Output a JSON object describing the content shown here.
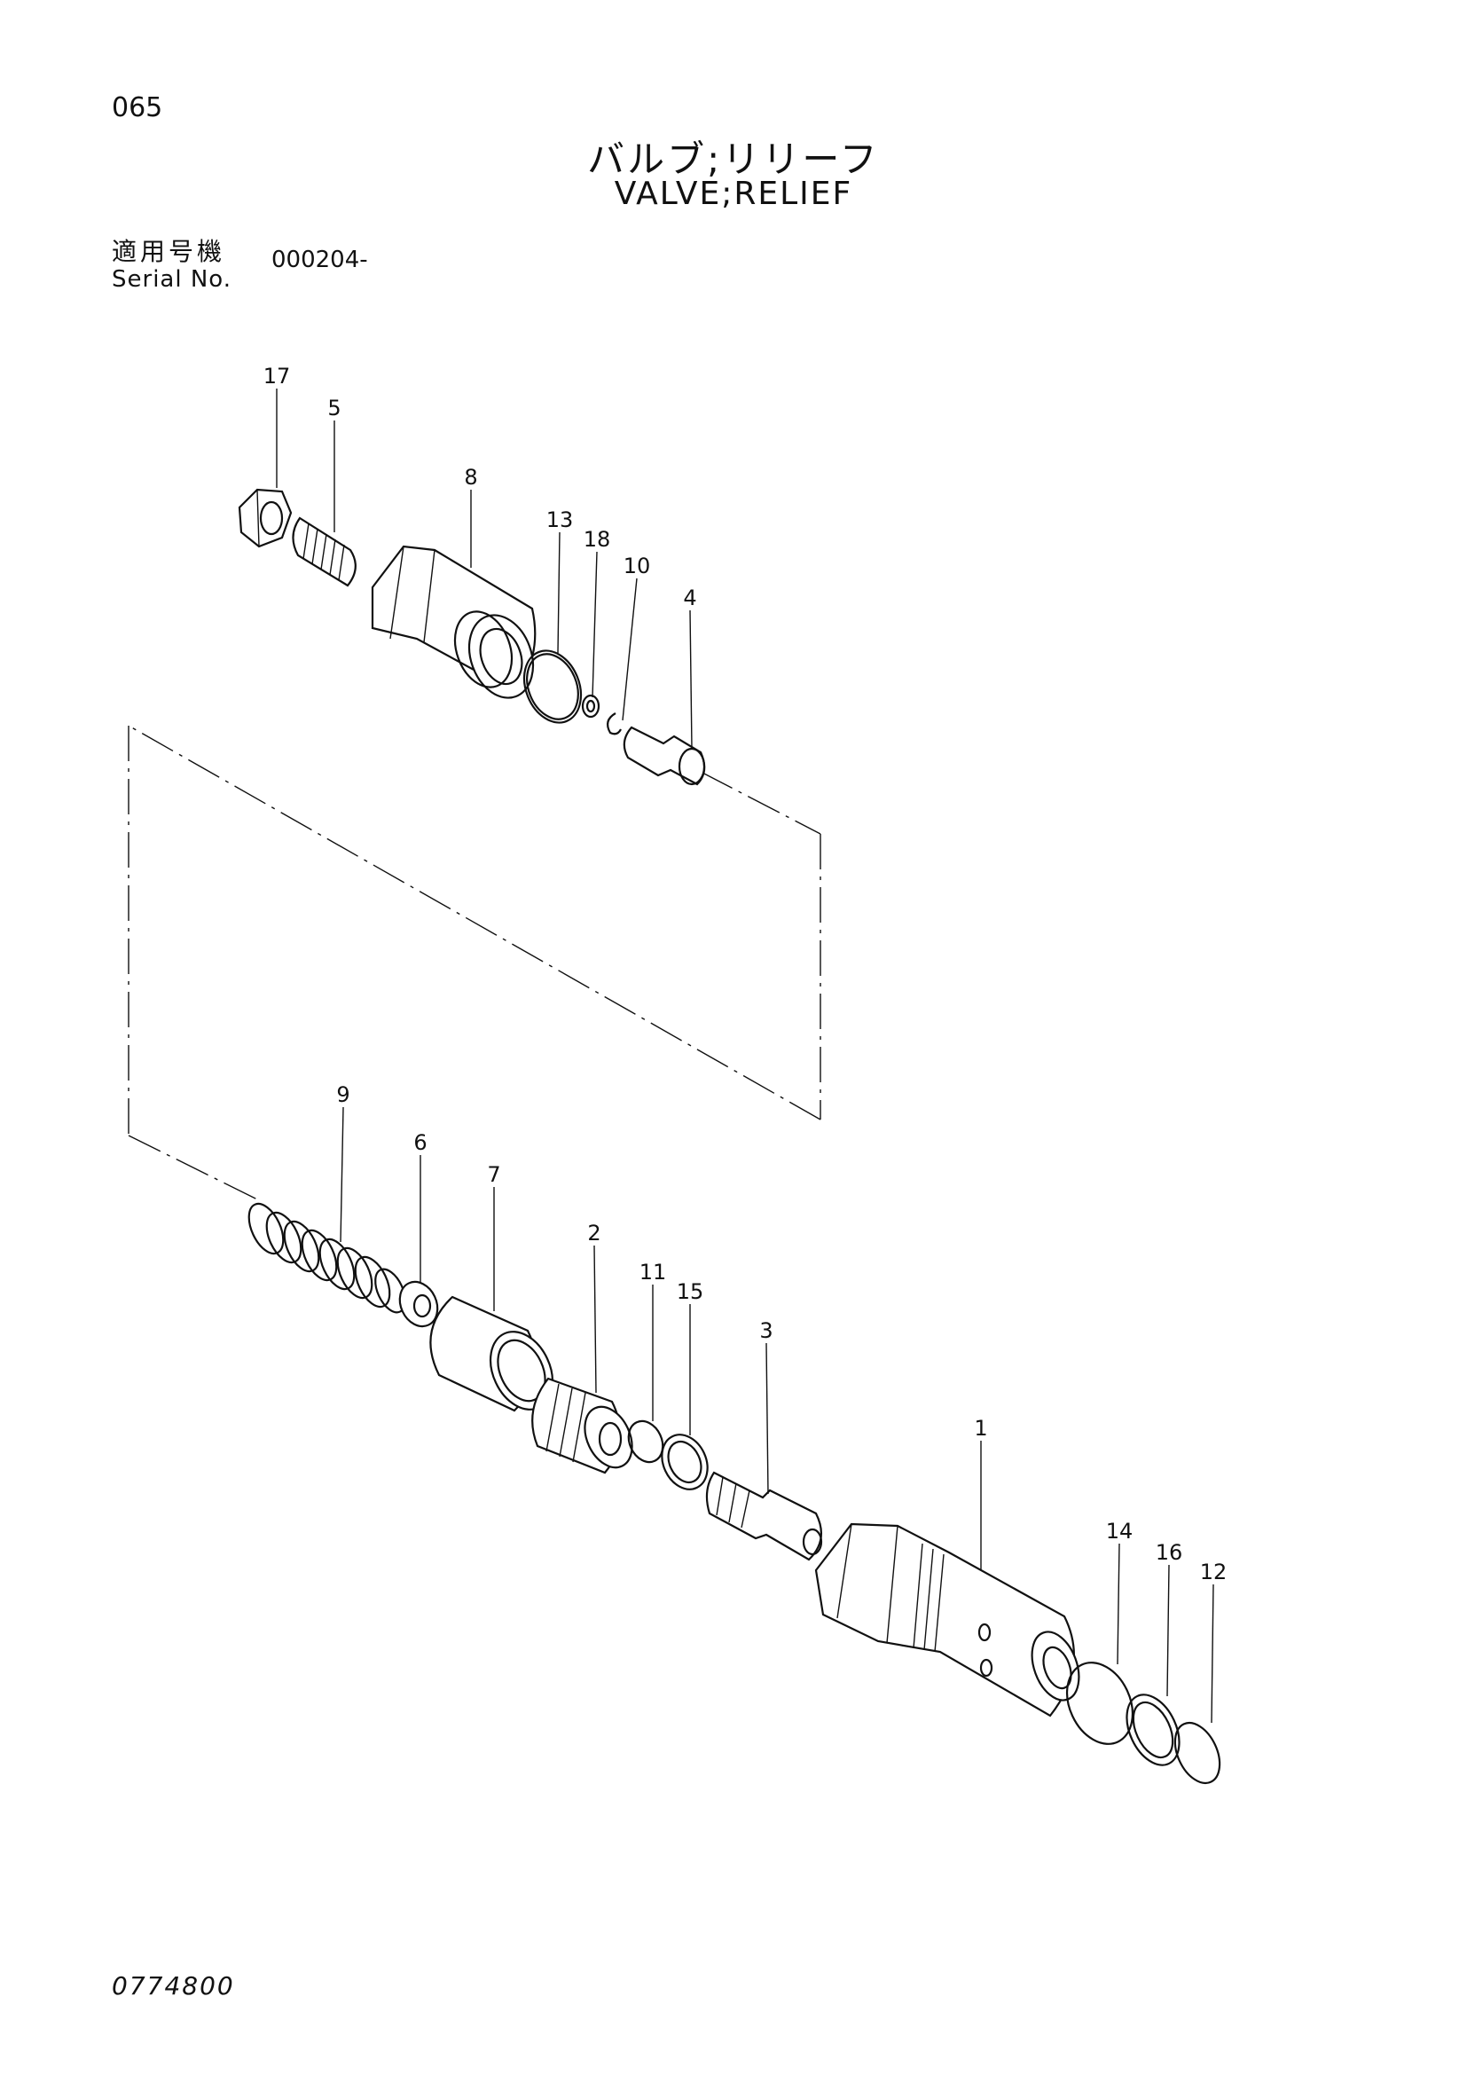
{
  "header": {
    "page_number": "065",
    "title_jp": "バルブ;リリーフ",
    "title_en": "VALVE;RELIEF",
    "serial_label_jp": "適用号機",
    "serial_label_en": "Serial No.",
    "serial_value": "000204-"
  },
  "footer": {
    "drawing_number": "0774800"
  },
  "callouts": {
    "c1": "1",
    "c2": "2",
    "c3": "3",
    "c4": "4",
    "c5": "5",
    "c6": "6",
    "c7": "7",
    "c8": "8",
    "c9": "9",
    "c10": "10",
    "c11": "11",
    "c12": "12",
    "c13": "13",
    "c14": "14",
    "c15": "15",
    "c16": "16",
    "c17": "17",
    "c18": "18"
  }
}
